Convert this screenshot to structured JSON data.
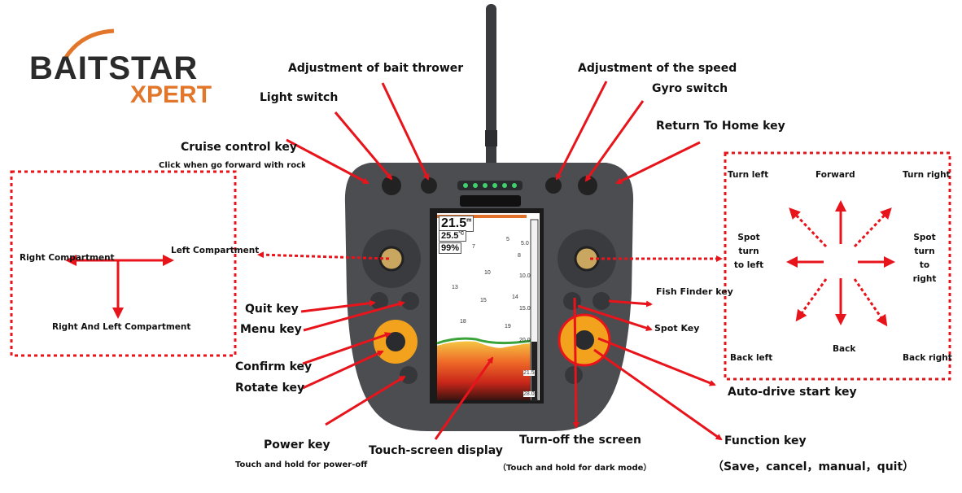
{
  "logo": {
    "brand": "BAITSTAR",
    "sub": "XPERT",
    "brand_color": "#2b2b2b",
    "accent_color": "#e2772b"
  },
  "labels": {
    "bait_thrower": "Adjustment of bait thrower",
    "speed": "Adjustment of the speed",
    "light_switch": "Light switch",
    "gyro_switch": "Gyro switch",
    "return_home": "Return To Home key",
    "cruise_control": "Cruise control key",
    "cruise_note": "Click when go forward with rocker",
    "quit_key": "Quit key",
    "menu_key": "Menu key",
    "confirm_key": "Confirm key",
    "rotate_key": "Rotate key",
    "power_key": "Power key",
    "power_note": "Touch and hold for power-off",
    "touch_screen": "Touch-screen display",
    "turn_off_screen": "Turn-off the screen",
    "turn_off_note": "（Touch and hold for dark mode）",
    "fish_finder_key": "Fish Finder key",
    "spot_key": "Spot Key",
    "auto_drive": "Auto-drive start key",
    "function_key": "Function key",
    "function_note": "（Save，cancel，manual，quit）"
  },
  "left_stick_box": {
    "right": "Right Compartment",
    "left": "Left Compartment",
    "both": "Right  And Left Compartment"
  },
  "right_stick_box": {
    "turn_left": "Turn left",
    "forward": "Forward",
    "turn_right": "Turn right",
    "spot_left": "Spot turn to left",
    "spot_right": "Spot turn to right",
    "back_left": "Back left",
    "back": "Back",
    "back_right": "Back right"
  },
  "screen": {
    "depth": "21.5",
    "depth_unit": "m",
    "temp": "25.5",
    "temp_unit": "°C",
    "battery": "99%",
    "scale": [
      "5.0",
      "10.0",
      "15.0",
      "20.0"
    ],
    "bottom_readouts": [
      "21.5",
      "28.0"
    ],
    "fish": [
      "5",
      "7",
      "8",
      "10",
      "13",
      "14",
      "15",
      "18",
      "19"
    ]
  },
  "colors": {
    "arrow": "#e8141b",
    "body": "#4b4d51",
    "dial": "#f2a21c"
  }
}
